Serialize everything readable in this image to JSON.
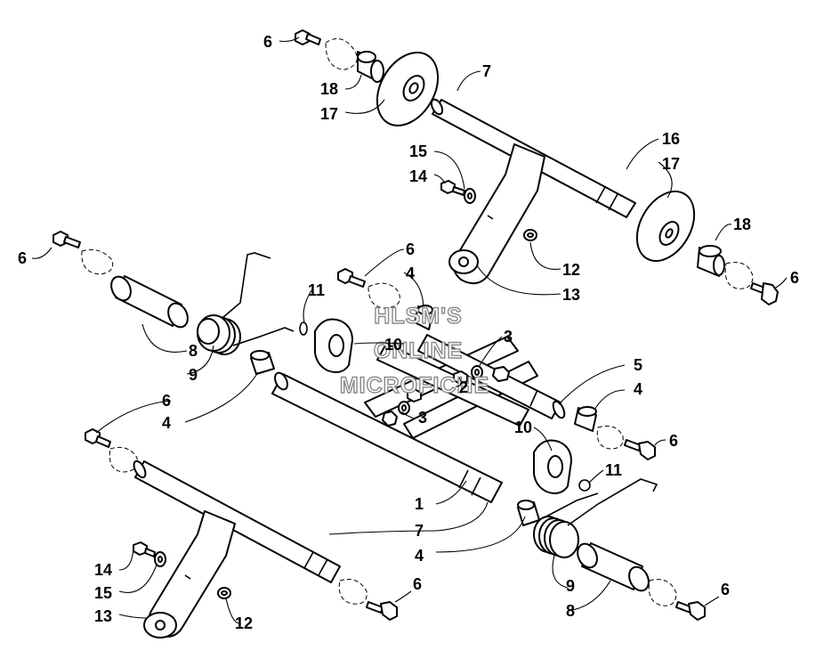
{
  "watermark": [
    "HLSM'S",
    "ONLINE",
    "MICROFICHE"
  ],
  "callouts": [
    {
      "id": "c6a",
      "label": "6"
    },
    {
      "id": "c18a",
      "label": "18"
    },
    {
      "id": "c17a",
      "label": "17"
    },
    {
      "id": "c7a",
      "label": "7"
    },
    {
      "id": "c16",
      "label": "16"
    },
    {
      "id": "c17b",
      "label": "17"
    },
    {
      "id": "c18b",
      "label": "18"
    },
    {
      "id": "c6b",
      "label": "6"
    },
    {
      "id": "c15a",
      "label": "15"
    },
    {
      "id": "c14a",
      "label": "14"
    },
    {
      "id": "c12a",
      "label": "12"
    },
    {
      "id": "c13a",
      "label": "13"
    },
    {
      "id": "c6c",
      "label": "6"
    },
    {
      "id": "c8a",
      "label": "8"
    },
    {
      "id": "c9a",
      "label": "9"
    },
    {
      "id": "c6d",
      "label": "6"
    },
    {
      "id": "c4a",
      "label": "4"
    },
    {
      "id": "c11a",
      "label": "11"
    },
    {
      "id": "c6e",
      "label": "6"
    },
    {
      "id": "c4b",
      "label": "4"
    },
    {
      "id": "c10a",
      "label": "10"
    },
    {
      "id": "c3a",
      "label": "3"
    },
    {
      "id": "c2",
      "label": "2"
    },
    {
      "id": "c3b",
      "label": "3"
    },
    {
      "id": "c5",
      "label": "5"
    },
    {
      "id": "c4c",
      "label": "4"
    },
    {
      "id": "c6f",
      "label": "6"
    },
    {
      "id": "c10b",
      "label": "10"
    },
    {
      "id": "c11b",
      "label": "11"
    },
    {
      "id": "c6g",
      "label": "6"
    },
    {
      "id": "c4d",
      "label": "4"
    },
    {
      "id": "c1",
      "label": "1"
    },
    {
      "id": "c7b",
      "label": "7"
    },
    {
      "id": "c4e",
      "label": "4"
    },
    {
      "id": "c14b",
      "label": "14"
    },
    {
      "id": "c15b",
      "label": "15"
    },
    {
      "id": "c13b",
      "label": "13"
    },
    {
      "id": "c12b",
      "label": "12"
    },
    {
      "id": "c6h",
      "label": "6"
    },
    {
      "id": "c9b",
      "label": "9"
    },
    {
      "id": "c8b",
      "label": "8"
    },
    {
      "id": "c6i",
      "label": "6"
    }
  ]
}
